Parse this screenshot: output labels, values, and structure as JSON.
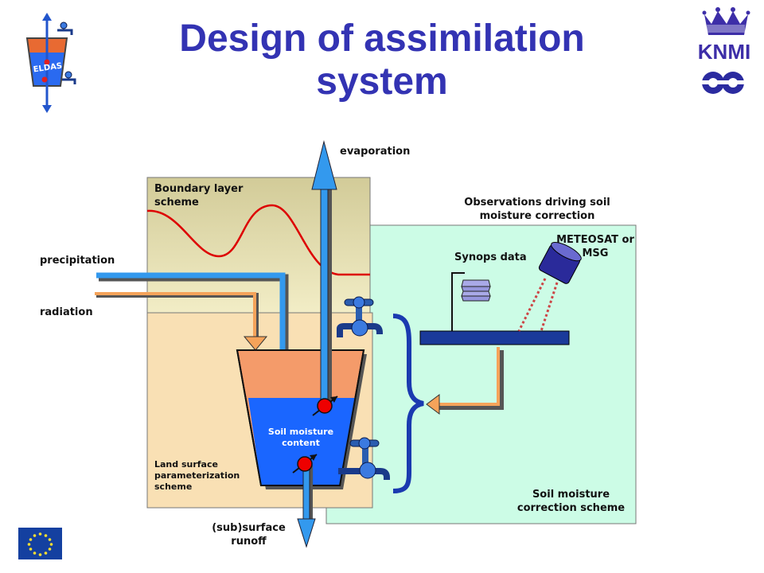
{
  "title": "Design of assimilation system",
  "logos": {
    "eldas": "ELDAS",
    "knmi": "KNMI"
  },
  "labels": {
    "evaporation": "evaporation",
    "boundary_layer": "Boundary layer scheme",
    "observations": "Observations driving soil moisture correction",
    "meteosat": "METEOSAT or MSG",
    "synops": "Synops data",
    "precipitation": "precipitation",
    "radiation": "radiation",
    "soil_moisture_content": "Soil moisture content",
    "land_surface": "Land surface parameterization scheme",
    "correction_scheme": "Soil moisture correction scheme",
    "runoff": "(sub)surface runoff"
  },
  "colors": {
    "title": "#3333b3",
    "boundary_layer_bg": "#d8d19e",
    "land_surface_bg": "#f9e0b4",
    "correction_bg": "#ccfce6",
    "soil_water": "#1a66ff",
    "bucket_top": "#f49b6a",
    "arrow_blue": "#3399ee",
    "arrow_orange": "#f5a35a",
    "curve": "#dd0000"
  }
}
